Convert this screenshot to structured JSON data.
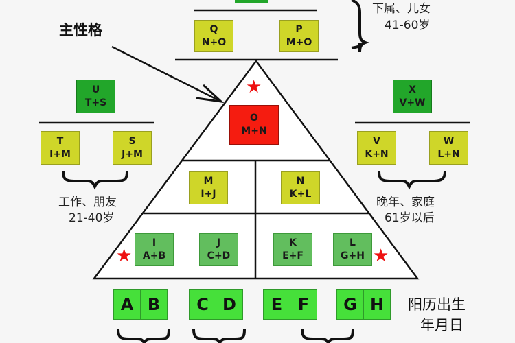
{
  "title_arrow_label": "主性格",
  "top_group": {
    "boxes": [
      {
        "name": "Q",
        "formula": "N+O"
      },
      {
        "name": "P",
        "formula": "M+O"
      }
    ],
    "caption_line1": "下属、儿女",
    "caption_line2": "41-60岁"
  },
  "left_group": {
    "top_box": {
      "name": "U",
      "formula": "T+S"
    },
    "boxes": [
      {
        "name": "T",
        "formula": "I+M"
      },
      {
        "name": "S",
        "formula": "J+M"
      }
    ],
    "caption_line1": "工作、朋友",
    "caption_line2": "21-40岁"
  },
  "right_group": {
    "top_box": {
      "name": "X",
      "formula": "V+W"
    },
    "boxes": [
      {
        "name": "V",
        "formula": "K+N"
      },
      {
        "name": "W",
        "formula": "L+N"
      }
    ],
    "caption_line1": "晚年、家庭",
    "caption_line2": "61岁以后"
  },
  "pyramid": {
    "apex": {
      "name": "O",
      "formula": "M+N"
    },
    "middle": [
      {
        "name": "M",
        "formula": "I+J"
      },
      {
        "name": "N",
        "formula": "K+L"
      }
    ],
    "bottom": [
      {
        "name": "I",
        "formula": "A+B"
      },
      {
        "name": "J",
        "formula": "C+D"
      },
      {
        "name": "K",
        "formula": "E+F"
      },
      {
        "name": "L",
        "formula": "G+H"
      }
    ]
  },
  "base": {
    "pairs": [
      [
        "A",
        "B"
      ],
      [
        "C",
        "D"
      ],
      [
        "E",
        "F"
      ],
      [
        "G",
        "H"
      ]
    ],
    "caption_line1": "阳历出生",
    "caption_line2": "年月日"
  },
  "colors": {
    "yellow_box": "#cfd629",
    "dark_green_box": "#22a62a",
    "mid_green_box": "#62be5e",
    "red_box": "#f51c10",
    "base_green": "#46e03a",
    "star": "#ee1111"
  },
  "stars": 3
}
